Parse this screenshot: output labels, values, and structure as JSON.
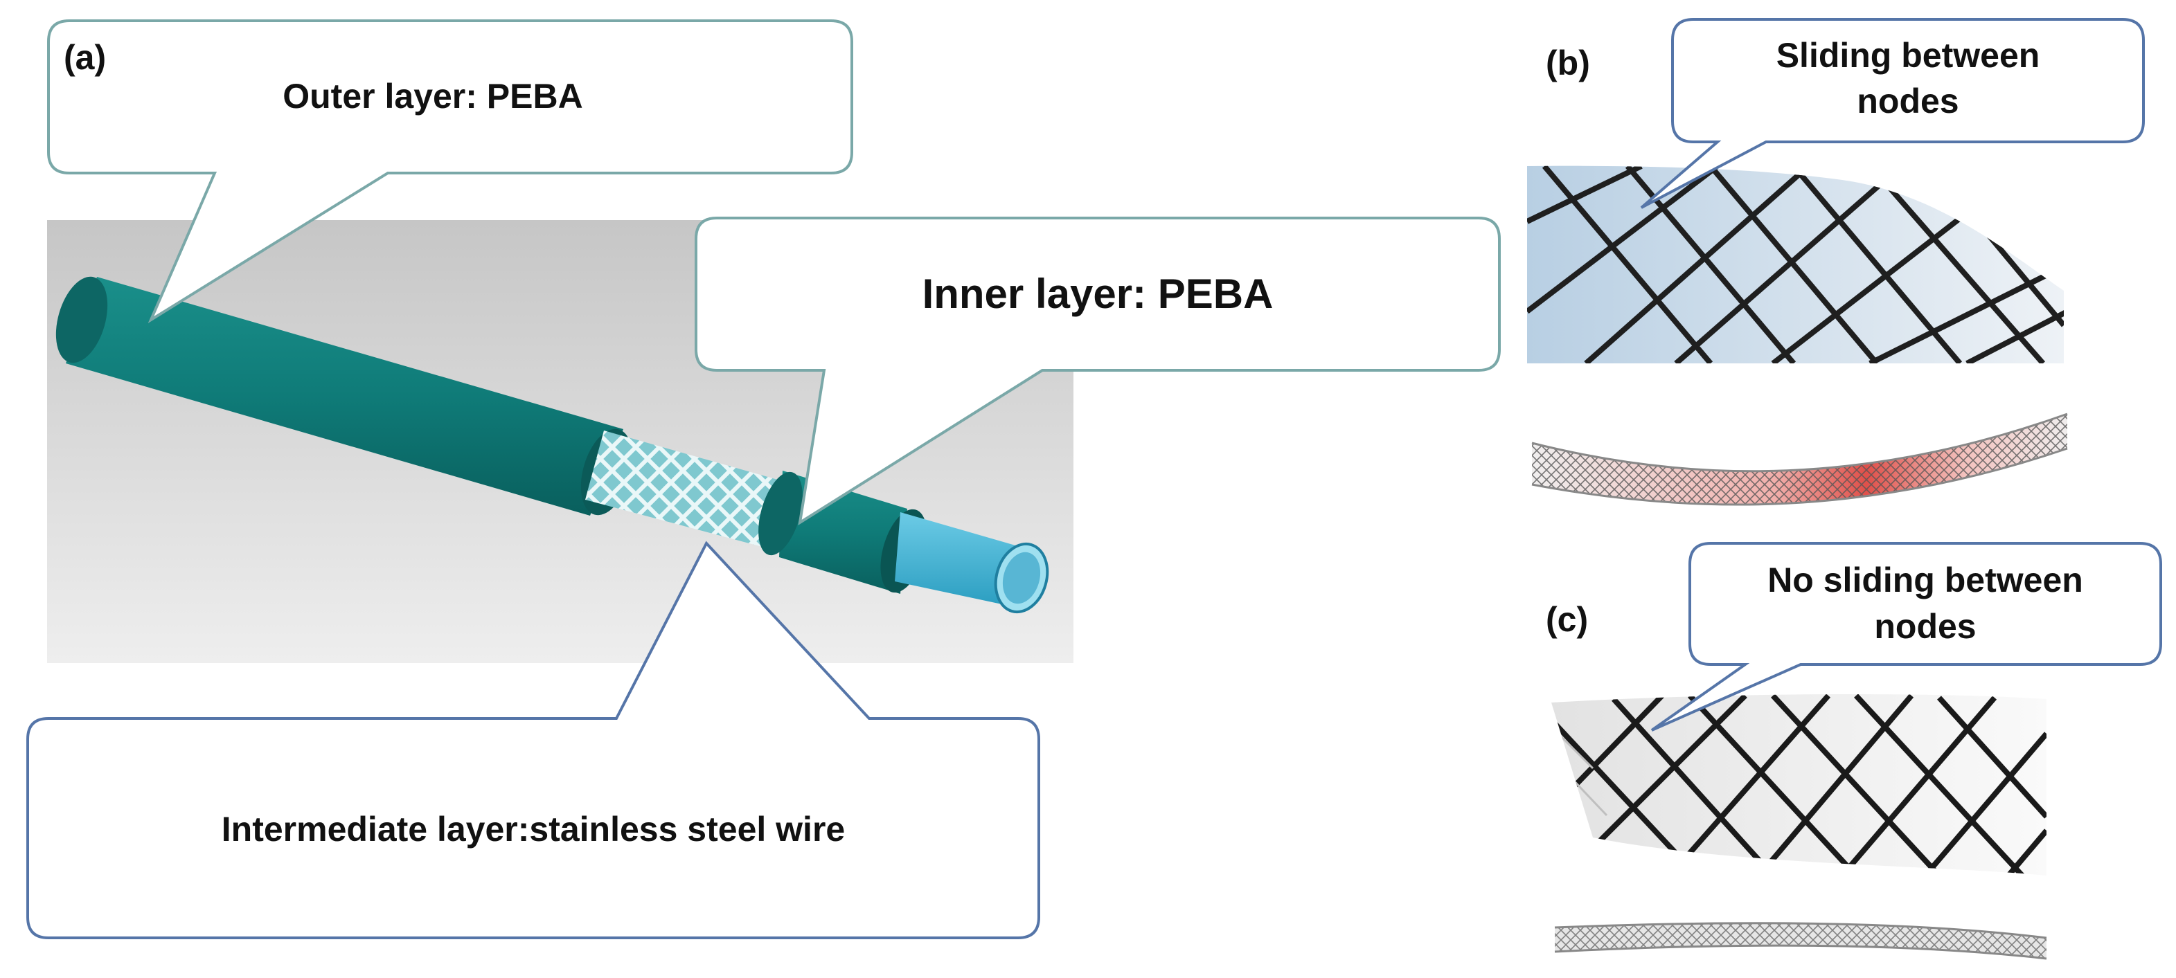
{
  "panels": {
    "a": {
      "label": "(a)",
      "callout_outer": "Outer layer: PEBA",
      "callout_inner": "Inner layer: PEBA",
      "callout_intermediate": "Intermediate layer:stainless steel wire"
    },
    "b": {
      "label": "(b)",
      "callout_line1": "Sliding between",
      "callout_line2": "nodes"
    },
    "c": {
      "label": "(c)",
      "callout_line1": "No sliding between",
      "callout_line2": "nodes"
    }
  },
  "colors": {
    "outer_tube": "#0f7b78",
    "inner_tube": "#2a9dc0",
    "callout_stroke_teal": "#7aa8a8",
    "callout_stroke_blue": "#5575a8",
    "stress_highlight": "#e0504a"
  }
}
